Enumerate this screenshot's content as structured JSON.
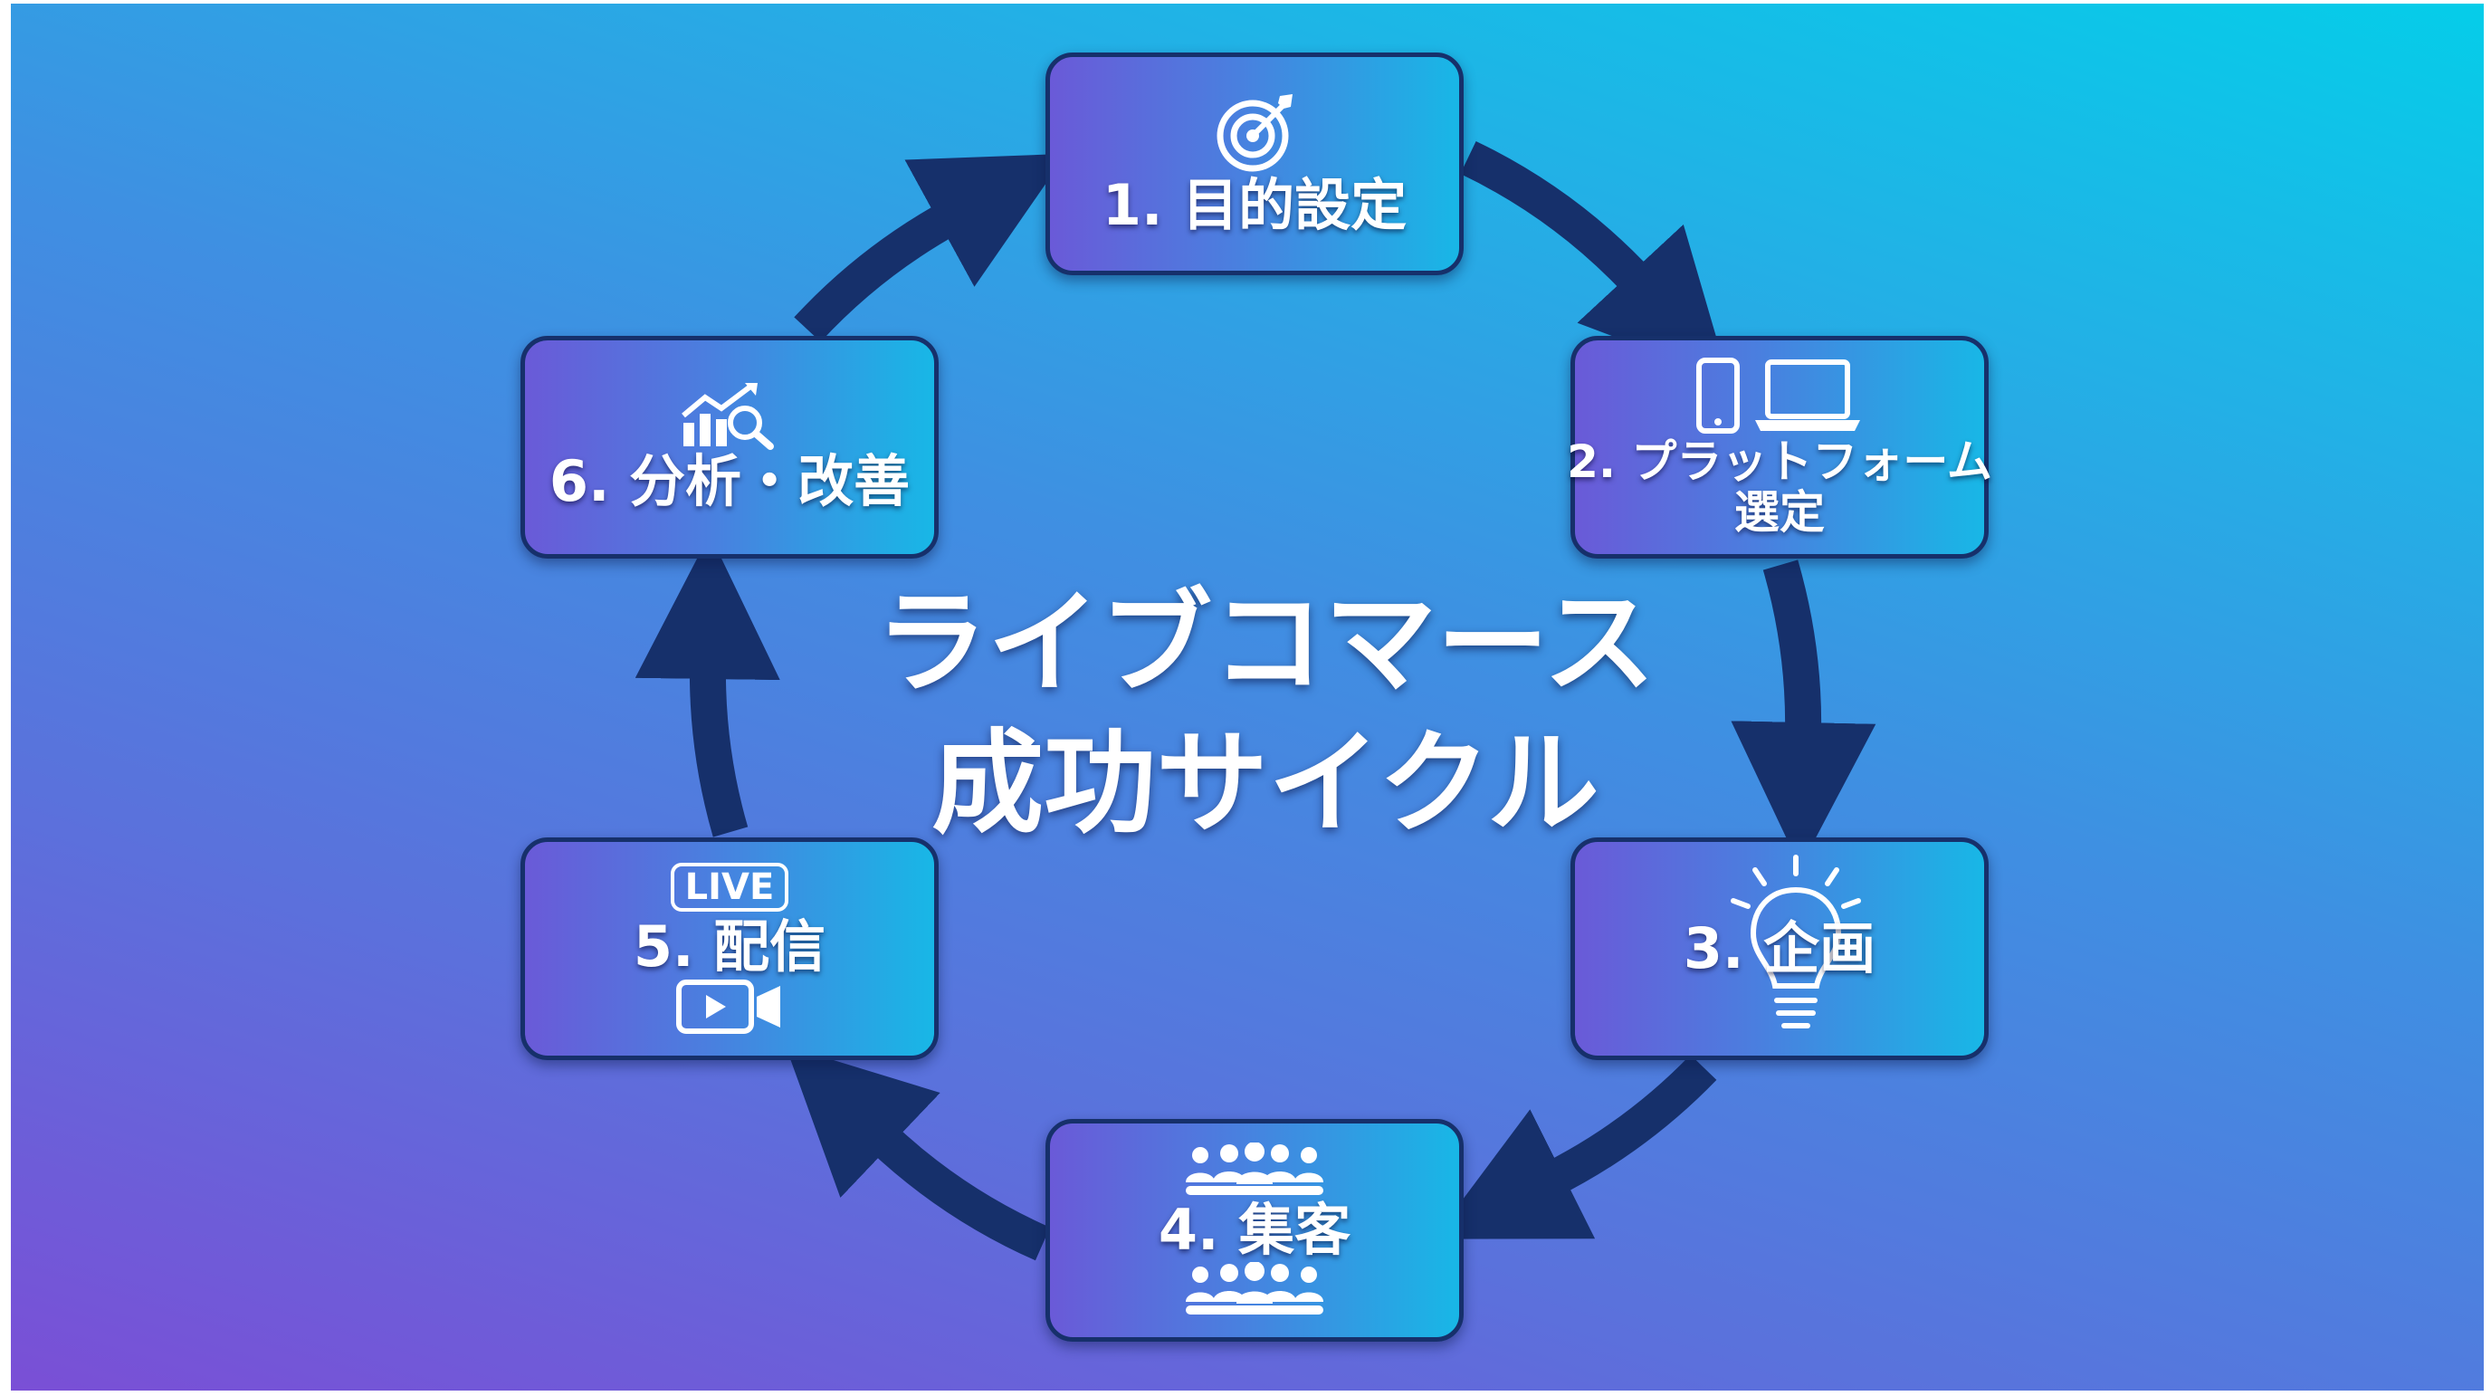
{
  "title": {
    "line1": "ライブコマース",
    "line2": "成功サイクル"
  },
  "steps": [
    {
      "label": "1. 目的設定",
      "icon": "target-icon"
    },
    {
      "label_line1": "2. プラットフォーム",
      "label_line2": "選定",
      "icon": "phone-laptop-icon"
    },
    {
      "label": "3. 企画",
      "icon": "lightbulb-icon"
    },
    {
      "label": "4. 集客",
      "icon": "crowd-icon"
    },
    {
      "label": "5. 配信",
      "badge": "LIVE",
      "icon": "video-camera-icon"
    },
    {
      "label": "6. 分析・改善",
      "icon": "chart-magnifier-icon"
    }
  ],
  "colors": {
    "arrow": "#16306b",
    "box_border": "#16306b",
    "background_start": "#7a4fd6",
    "background_end": "#05cde9",
    "text": "#ffffff"
  }
}
